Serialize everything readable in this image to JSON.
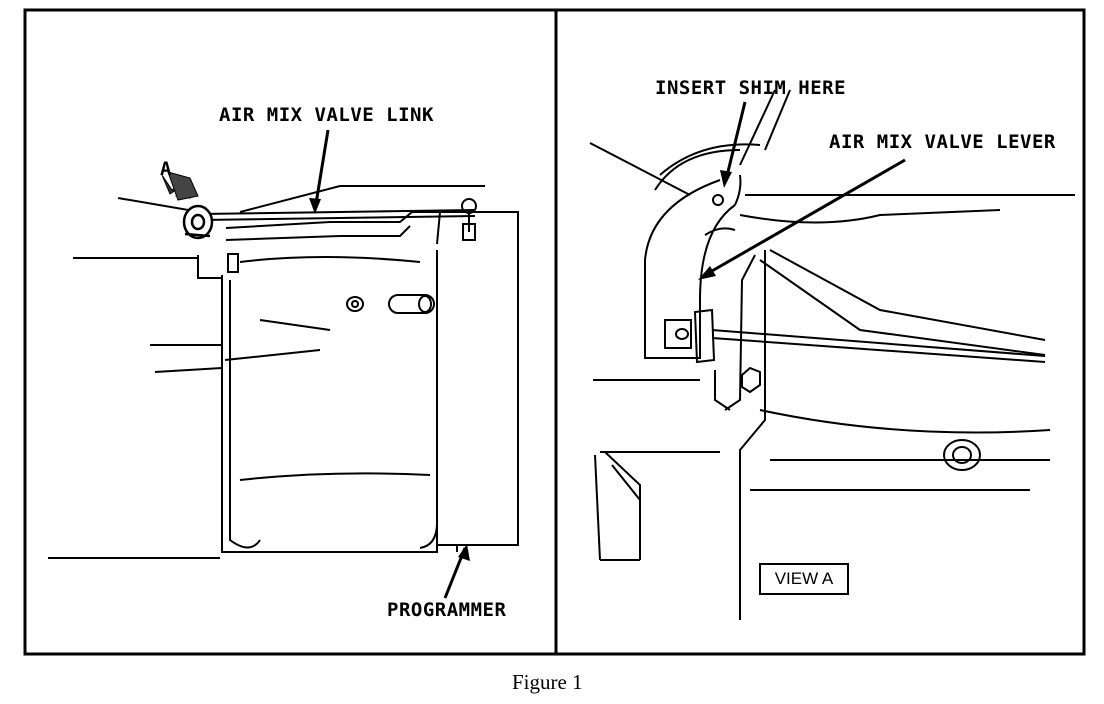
{
  "figure": {
    "caption": "Figure 1",
    "left_panel": {
      "arrow_letter": "A",
      "link_label": "AIR MIX VALVE LINK",
      "programmer_label": "PROGRAMMER"
    },
    "right_panel": {
      "shim_label": "INSERT SHIM HERE",
      "lever_label": "AIR MIX VALVE LEVER",
      "view_label": "VIEW A"
    }
  }
}
